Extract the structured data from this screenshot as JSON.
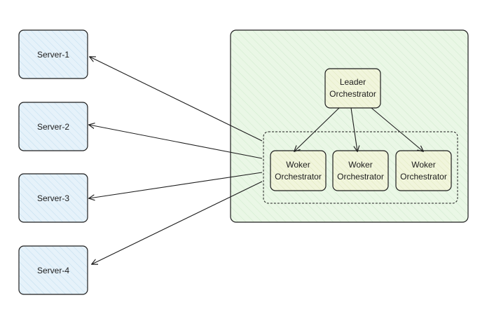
{
  "colors": {
    "server_fill": "#e3f1fa",
    "container_fill": "#e6f6e3",
    "node_fill": "#eef4d8",
    "stroke": "#1e1e1e"
  },
  "servers": [
    {
      "label": "Server-1"
    },
    {
      "label": "Server-2"
    },
    {
      "label": "Server-3"
    },
    {
      "label": "Server-4"
    }
  ],
  "leader": {
    "line1": "Leader",
    "line2": "Orchestrator"
  },
  "workers": [
    {
      "line1": "Woker",
      "line2": "Orchestrator"
    },
    {
      "line1": "Woker",
      "line2": "Orchestrator"
    },
    {
      "line1": "Woker",
      "line2": "Orchestrator"
    }
  ]
}
